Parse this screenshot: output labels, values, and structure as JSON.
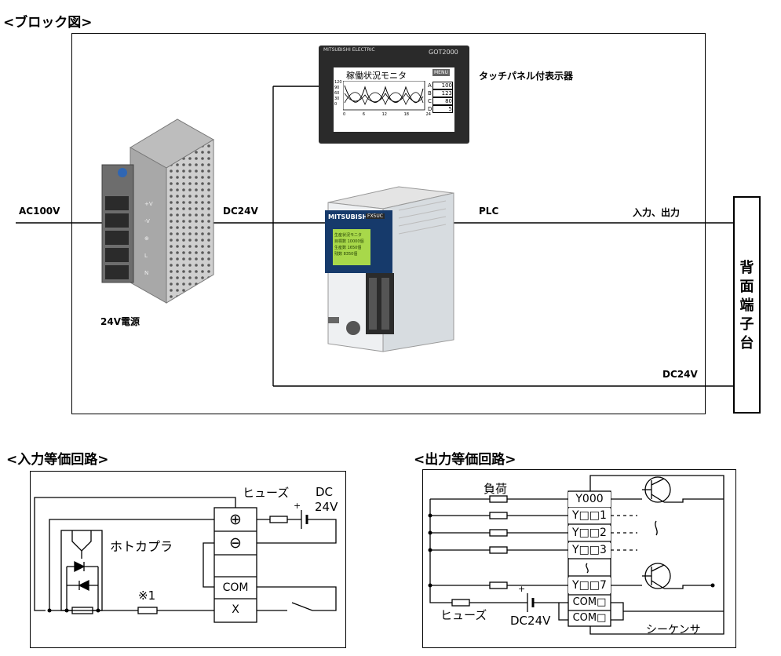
{
  "block_diagram": {
    "title": "<ブロック図>",
    "ac_label": "AC100V",
    "dc_label_left": "DC24V",
    "dc_label_bottom": "DC24V",
    "plc_label": "PLC",
    "io_label": "入力、出力",
    "psu_label": "24V電源",
    "touchpanel_label": "タッチパネル付表示器",
    "terminal_block_chars": [
      "背",
      "面",
      "端",
      "子",
      "台"
    ],
    "hmi": {
      "brand": "MITSUBISHI ELECTRIC",
      "model": "GOT2000",
      "screen_title": "稼働状況モニタ",
      "menu": "MENU",
      "y_ticks": [
        "120",
        "90",
        "60",
        "30",
        "0"
      ],
      "x_ticks": [
        "0",
        "6",
        "12",
        "18",
        "24"
      ],
      "readouts": [
        {
          "key": "A",
          "value": "100"
        },
        {
          "key": "B",
          "value": "123"
        },
        {
          "key": "C",
          "value": "80"
        },
        {
          "key": "D",
          "value": "5"
        }
      ]
    },
    "plc": {
      "brand": "MITSUBISHI",
      "model_text": "FX5UC",
      "lcd_lines": [
        "生産状況モニタ",
        "目標数 10000個",
        "生産数 1650個",
        "残数 8350個"
      ]
    }
  },
  "input_circuit": {
    "title": "<入力等価回路>",
    "fuse_label": "ヒューズ",
    "dc_label": "DC",
    "dc_volt": "24V",
    "plus": "+",
    "photocoupler_label": "ホトカプラ",
    "note_label": "※1",
    "terminals": [
      "⊕",
      "⊖",
      "COM",
      "X"
    ]
  },
  "output_circuit": {
    "title": "<出力等価回路>",
    "load_label": "負荷",
    "fuse_label": "ヒューズ",
    "dc_label": "DC24V",
    "plus": "+",
    "sink_label": "シーケンサ",
    "terminals": [
      "Y000",
      "Y□□1",
      "Y□□2",
      "Y□□3",
      "Y□□7",
      "COM□",
      "COM□"
    ]
  }
}
